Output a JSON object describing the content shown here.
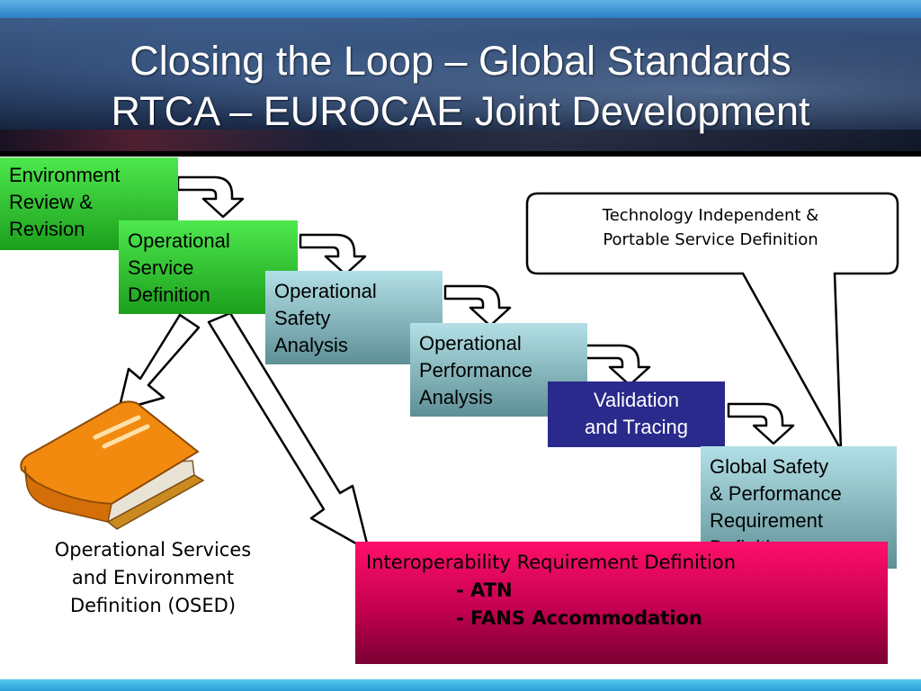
{
  "title": {
    "line1": "Closing the Loop – Global Standards",
    "line2": "RTCA – EUROCAE Joint Development"
  },
  "steps": {
    "environment": [
      "Environment",
      "Review &",
      "Revision"
    ],
    "operational_service": [
      "Operational",
      "Service",
      "Definition"
    ],
    "safety": [
      "Operational",
      "Safety",
      "Analysis"
    ],
    "performance": [
      "Operational",
      "Performance",
      "Analysis"
    ],
    "validation": [
      "Validation",
      "and Tracing"
    ],
    "global": [
      "Global Safety",
      "& Performance",
      "Requirement",
      "Definition"
    ]
  },
  "callout": {
    "line1": "Technology Independent &",
    "line2": "Portable Service Definition"
  },
  "osed": {
    "line1": "Operational Services",
    "line2": "and Environment",
    "line3": "Definition (OSED)"
  },
  "interop": {
    "heading": "Interoperability Requirement Definition",
    "items": [
      "-  ATN",
      "-  FANS Accommodation"
    ]
  },
  "colors": {
    "green": "#2bc52b",
    "teal": "#8fbfc6",
    "purple": "#2a2a8c",
    "pink": "#e8005a",
    "book": "#f28a10"
  },
  "icons": [
    "book-icon",
    "curved-arrow-icon",
    "down-arrow-icon"
  ]
}
